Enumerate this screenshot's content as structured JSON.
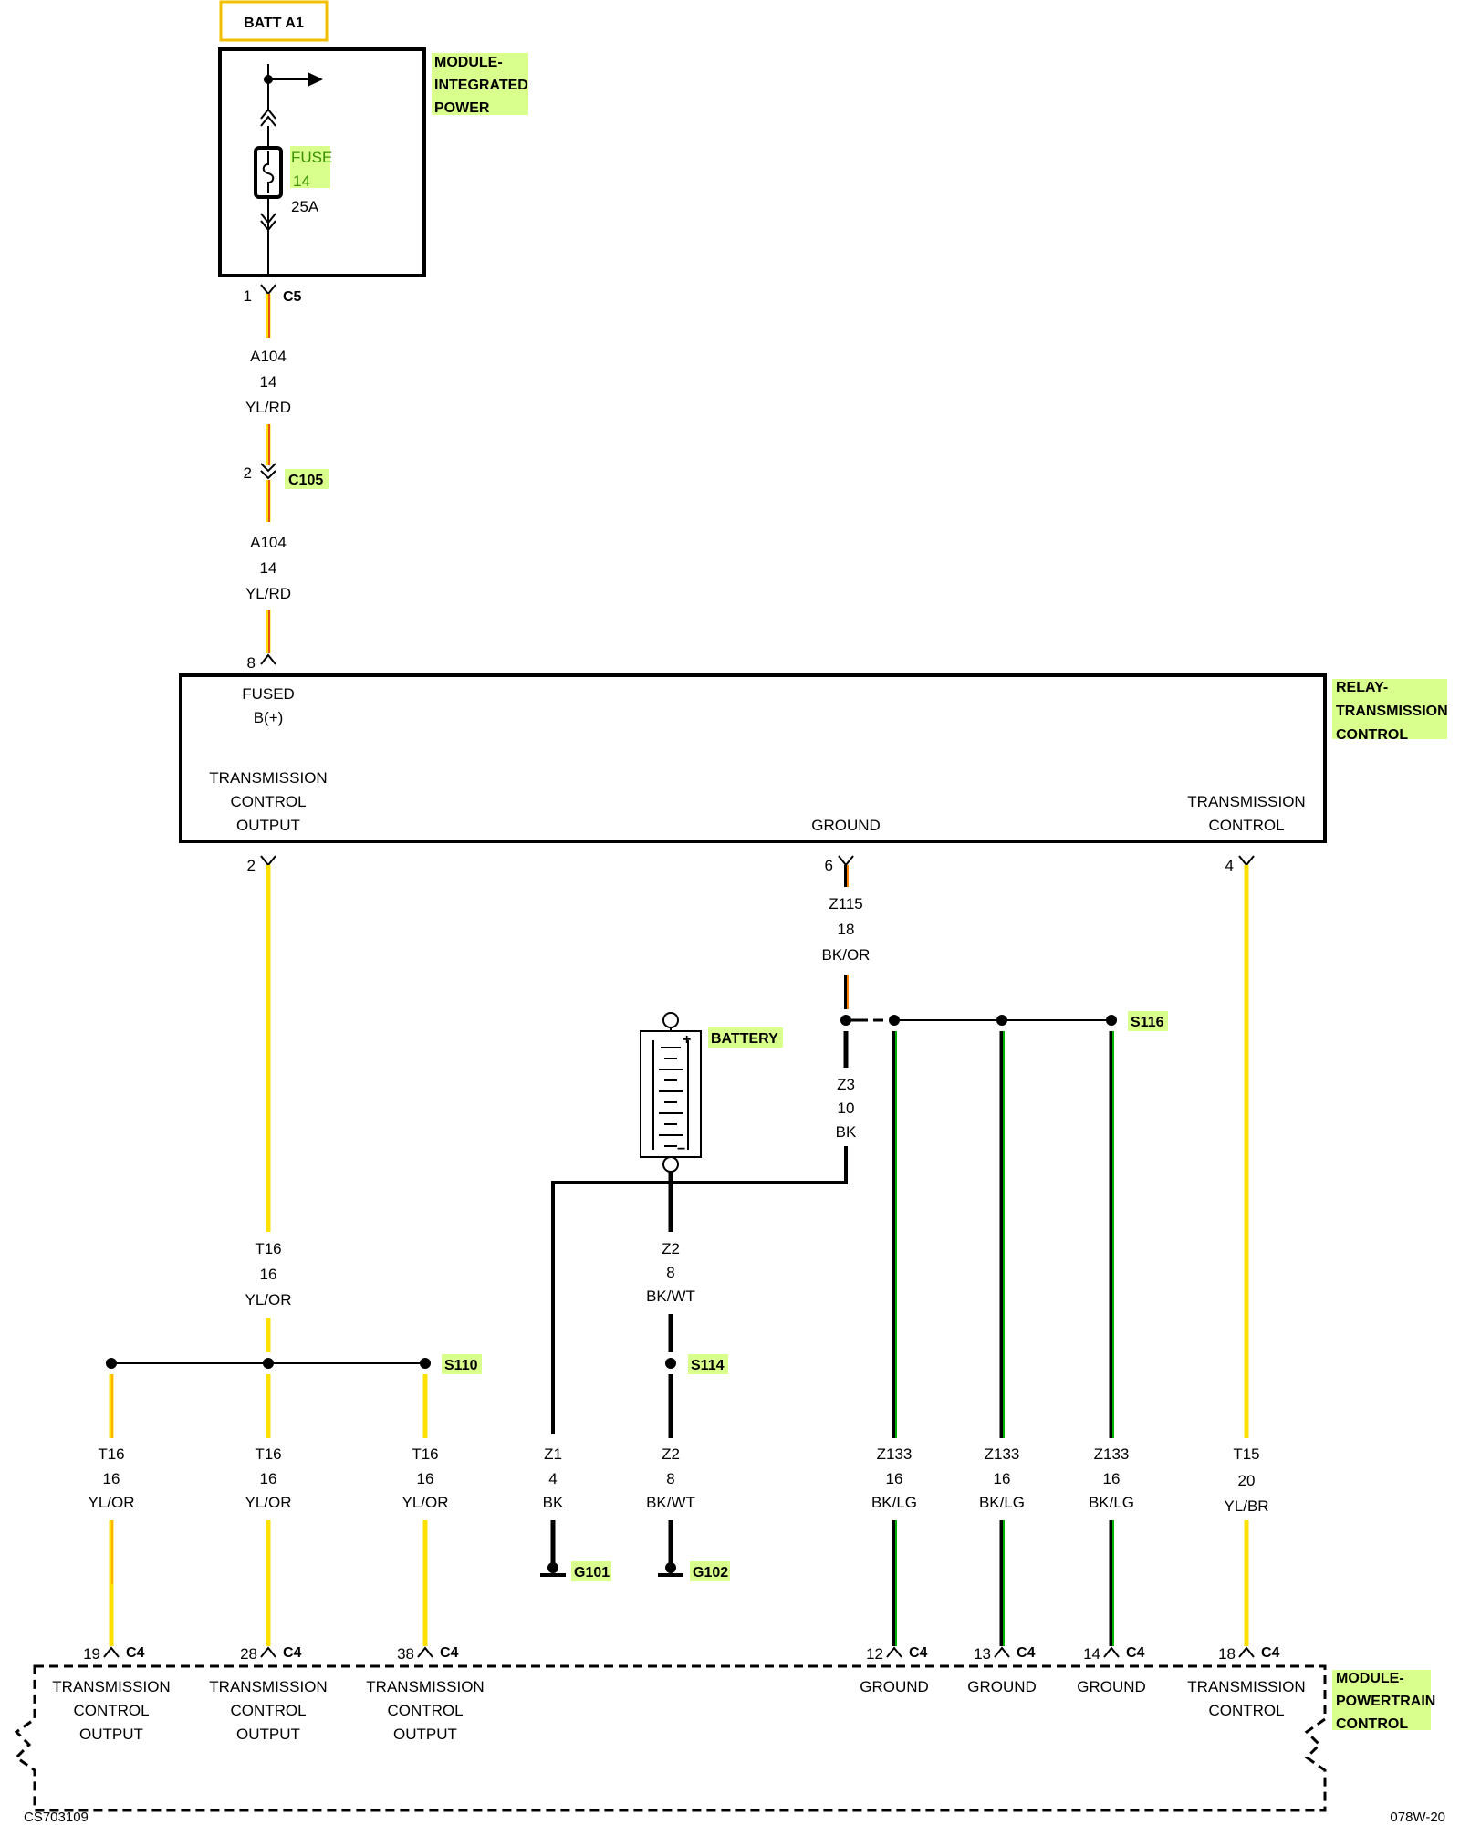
{
  "batt_label": "BATT A1",
  "modules": {
    "integrated_power": [
      "MODULE-",
      "INTEGRATED",
      "POWER"
    ],
    "relay": [
      "RELAY-",
      "TRANSMISSION",
      "CONTROL"
    ],
    "powertrain": [
      "MODULE-",
      "POWERTRAIN",
      "CONTROL"
    ]
  },
  "fuse": {
    "name": "FUSE",
    "number": "14",
    "rating": "25A"
  },
  "connectors": {
    "c5": {
      "pin": "1",
      "name": "C5"
    },
    "c105": {
      "pin": "2",
      "name": "C105"
    },
    "relay_pin_fused": "8",
    "relay_pin_output": "2",
    "relay_pin_ground": "6",
    "relay_pin_control": "4",
    "pcm_name": "C4",
    "pcm_pins": [
      "19",
      "28",
      "38",
      "12",
      "13",
      "14",
      "18"
    ]
  },
  "wires": {
    "a104_top": [
      "A104",
      "14",
      "YL/RD"
    ],
    "a104_bottom": [
      "A104",
      "14",
      "YL/RD"
    ],
    "t16_main": [
      "T16",
      "16",
      "YL/OR"
    ],
    "t16_branch": [
      "T16",
      "16",
      "YL/OR"
    ],
    "z115": [
      "Z115",
      "18",
      "BK/OR"
    ],
    "z3": [
      "Z3",
      "10",
      "BK"
    ],
    "z2_main": [
      "Z2",
      "8",
      "BK/WT"
    ],
    "z2_branch": [
      "Z2",
      "8",
      "BK/WT"
    ],
    "z1": [
      "Z1",
      "4",
      "BK"
    ],
    "z133": [
      "Z133",
      "16",
      "BK/LG"
    ],
    "t15": [
      "T15",
      "20",
      "YL/BR"
    ]
  },
  "relay_labels": {
    "fused": [
      "FUSED",
      "B(+)"
    ],
    "output": [
      "TRANSMISSION",
      "CONTROL",
      "OUTPUT"
    ],
    "ground": "GROUND",
    "control": [
      "TRANSMISSION",
      "CONTROL"
    ]
  },
  "pcm_labels": {
    "output": [
      "TRANSMISSION",
      "CONTROL",
      "OUTPUT"
    ],
    "ground": "GROUND",
    "control": [
      "TRANSMISSION",
      "CONTROL"
    ]
  },
  "splices": {
    "s110": "S110",
    "s114": "S114",
    "s116": "S116"
  },
  "grounds": {
    "g101": "G101",
    "g102": "G102"
  },
  "battery": {
    "label": "BATTERY",
    "plus": "+",
    "minus": "−"
  },
  "footer": {
    "left": "CS703109",
    "right": "078W-20"
  },
  "colors": {
    "yellow": "#ffe000",
    "red": "#e02020",
    "orange": "#ff8000",
    "green": "#00a000",
    "brown": "#8b4513",
    "black": "#000000",
    "highlight": "#d9ff8c"
  }
}
